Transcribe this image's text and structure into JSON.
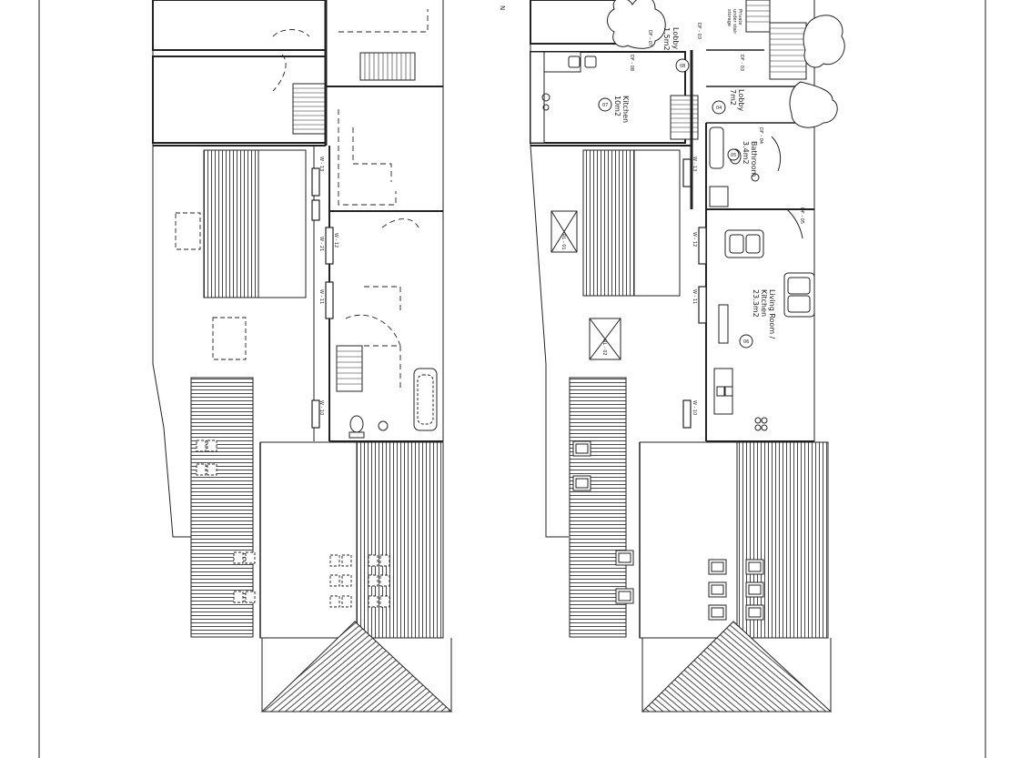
{
  "rooms": {
    "lobby_small": {
      "name": "Lobby",
      "area": "1.5m2",
      "num": "08"
    },
    "kitchen": {
      "name": "Kitchen",
      "area": "10m2",
      "num": "07"
    },
    "lobby_large": {
      "name": "Lobby",
      "area": "7m2",
      "num": "04"
    },
    "bathroom": {
      "name": "Bathroom",
      "area": "3.4m2",
      "num": "05"
    },
    "living": {
      "name1": "Living Room /",
      "name2": "Kitchen",
      "area": "23.3m2",
      "num": "06"
    },
    "storage": {
      "l1": "Private",
      "l2": "under stair",
      "l3": "storage"
    }
  },
  "tags": {
    "w13": "W - 13",
    "w12": "W - 12",
    "w11": "W - 11",
    "w10": "W - 10",
    "w21": "W - 21",
    "df03": "DF - 03",
    "df07": "DF - 07",
    "df08": "DF - 08",
    "df04": "DF - 04",
    "df05": "DF - 05",
    "rl01": "RL - 01",
    "rl02": "RL - 02"
  },
  "marks": {
    "corner": "N"
  }
}
